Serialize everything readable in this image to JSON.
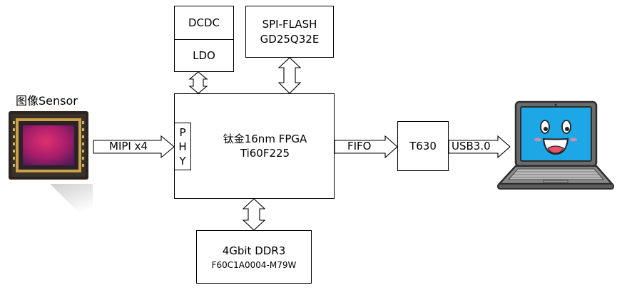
{
  "sensor": {
    "label": "图像Sensor"
  },
  "power": {
    "top": "DCDC",
    "bottom": "LDO"
  },
  "flash": {
    "line1": "SPI-FLASH",
    "line2": "GD25Q32E"
  },
  "fpga": {
    "phy": [
      "P",
      "H",
      "Y"
    ],
    "line1": "钛金16nm FPGA",
    "line2": "Ti60F225"
  },
  "ddr": {
    "line1": "4Gbit DDR3",
    "line2": "F60C1A0004-M79W"
  },
  "bridge": {
    "label": "T630"
  },
  "links": {
    "mipi": "MIPI x4",
    "fifo": "FIFO",
    "usb": "USB3.0"
  },
  "colors": {
    "border": "#000000",
    "sensor_gold": "#c9a24a",
    "sensor_chip": "#c8246a",
    "laptop_screen": "#1ea7e6",
    "laptop_body": "#6b6b6b"
  }
}
